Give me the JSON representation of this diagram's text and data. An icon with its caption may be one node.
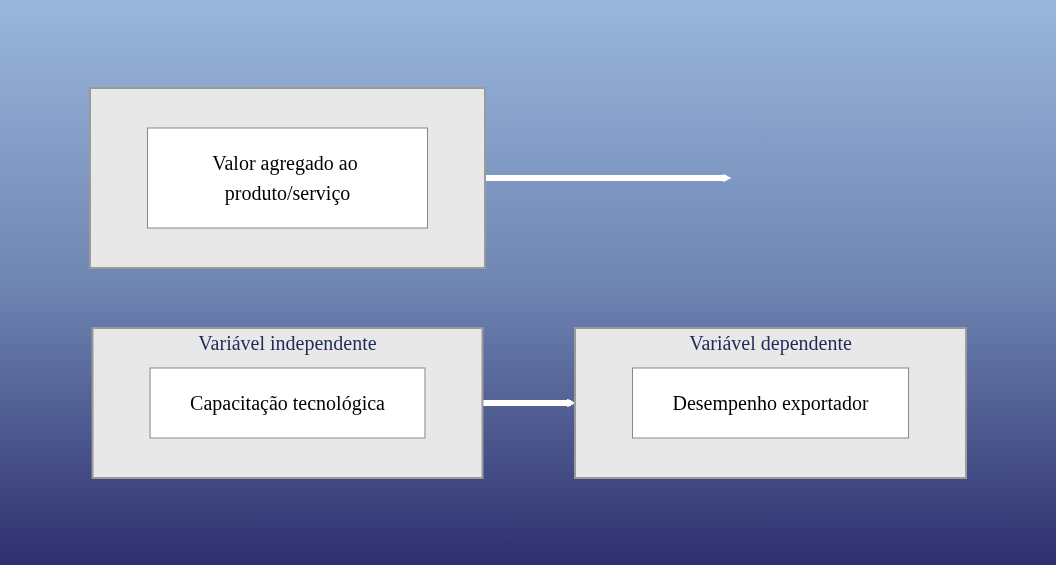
{
  "diagram": {
    "nodes": [
      {
        "text": [
          "Variável independente"
        ]
      },
      {
        "text": [
          "Capacitação tecnológica"
        ],
        "in": 0
      },
      {
        "text": [
          "Variável dependente"
        ]
      },
      {
        "text": [
          "Desempenho exportador"
        ],
        "in": 2
      },
      {
        "text": [],
        "shape": "box"
      },
      {
        "text": [
          "Valor agregado ao produto/serviço"
        ],
        "in": 4
      }
    ],
    "edges": [
      {
        "from": 0,
        "to": 2,
        "arrow": "to"
      },
      {
        "from": 4,
        "to": null,
        "arrow": "to"
      }
    ]
  }
}
